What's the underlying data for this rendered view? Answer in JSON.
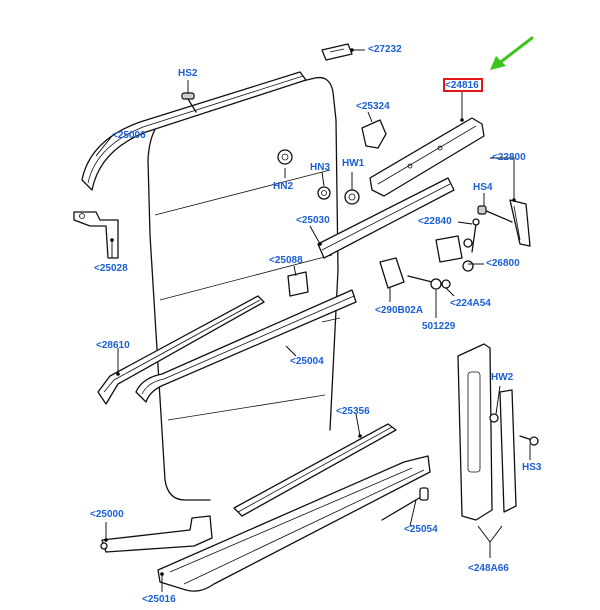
{
  "colors": {
    "callout_text": "#1a5fd6",
    "highlight_box": "#e01818",
    "arrow": "#3dc41e",
    "line_art": "#111111"
  },
  "highlighted_part": "24816",
  "callouts": {
    "p27232": "<27232",
    "hs2": "HS2",
    "p24816": "<24816",
    "p25324": "<25324",
    "p25006": "<25006",
    "hn3": "HN3",
    "hw1": "HW1",
    "hn2": "HN2",
    "p22800": "<22800",
    "hs4": "HS4",
    "p25030": "<25030",
    "p22840": "<22840",
    "p25028": "<25028",
    "p25088": "<25088",
    "p26800": "<26800",
    "p290b02a": "<290B02A",
    "p224a54": "<224A54",
    "p501229": "501229",
    "p28610": "<28610",
    "p25004": "<25004",
    "hw2": "HW2",
    "p25356": "<25356",
    "hs3": "HS3",
    "p25000": "<25000",
    "p25054": "<25054",
    "p248a66": "<248A66",
    "p25016": "<25016"
  }
}
